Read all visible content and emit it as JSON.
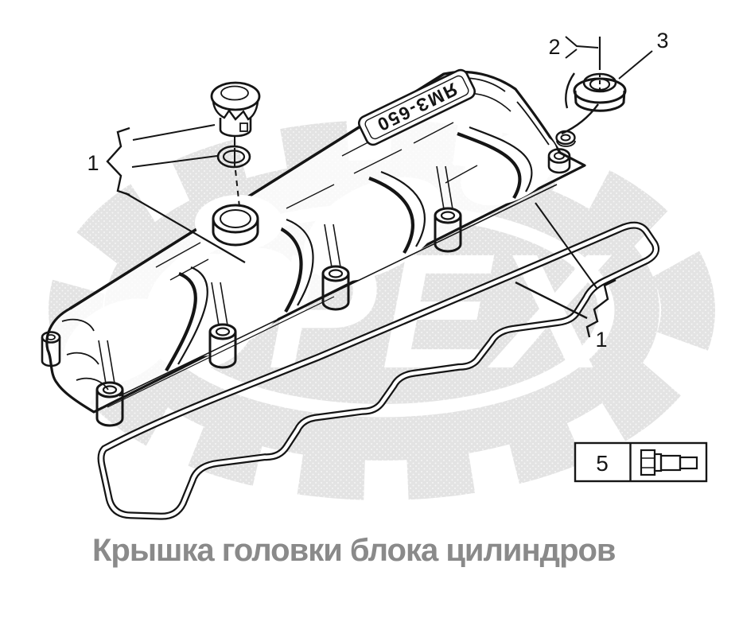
{
  "diagram": {
    "caption": "Крышка головки блока цилиндров",
    "nameplate_text": "ЯМЗ-650",
    "watermark_text": "ОРЕХ",
    "callouts": {
      "cap_assembly": "1",
      "cover_assembly": "1",
      "nut": "2",
      "grommet": "3"
    },
    "legend": {
      "number": "5",
      "icon": "hex-bolt-icon"
    },
    "colors": {
      "line": "#151515",
      "watermark_gray": "#e3e3e3",
      "caption_gray": "#8a8a8a",
      "background": "#ffffff"
    }
  }
}
